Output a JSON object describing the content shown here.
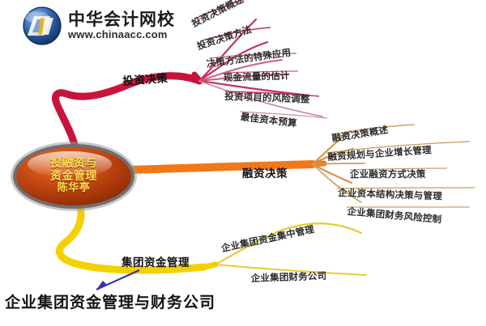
{
  "brand": {
    "name_cn": "中华会计网校",
    "url": "www.chinaacc.com",
    "logo_icon": "chinaacc-logo-icon"
  },
  "mindmap": {
    "center": {
      "line1": "投融资与",
      "line2": "资金管理",
      "line3": "陈华亭",
      "fill_color": "#c94a14",
      "text_color": "#ffe14d"
    },
    "branches": [
      {
        "id": "investment",
        "label": "投资决策",
        "color": "#c8143c",
        "children": [
          "投资决策概述",
          "投资决策方法",
          "决策方法的特殊应用",
          "现金流量的估计",
          "投资项目的风险调整",
          "最佳资本预算"
        ]
      },
      {
        "id": "financing",
        "label": "融资决策",
        "color": "#f07818",
        "children": [
          "融资决策概述",
          "融资规划与企业增长管理",
          "企业融资方式决策",
          "企业资本结构决策与管理",
          "企业集团财务风险控制"
        ]
      },
      {
        "id": "group-fund",
        "label": "集团资金管理",
        "color": "#f5d000",
        "children": [
          "企业集团资金集中管理",
          "企业集团财务公司"
        ]
      }
    ]
  },
  "caption": {
    "text": "企业集团资金管理与财务公司",
    "arrow_icon": "arrow-up-right-icon",
    "arrow_color": "#3333aa"
  }
}
